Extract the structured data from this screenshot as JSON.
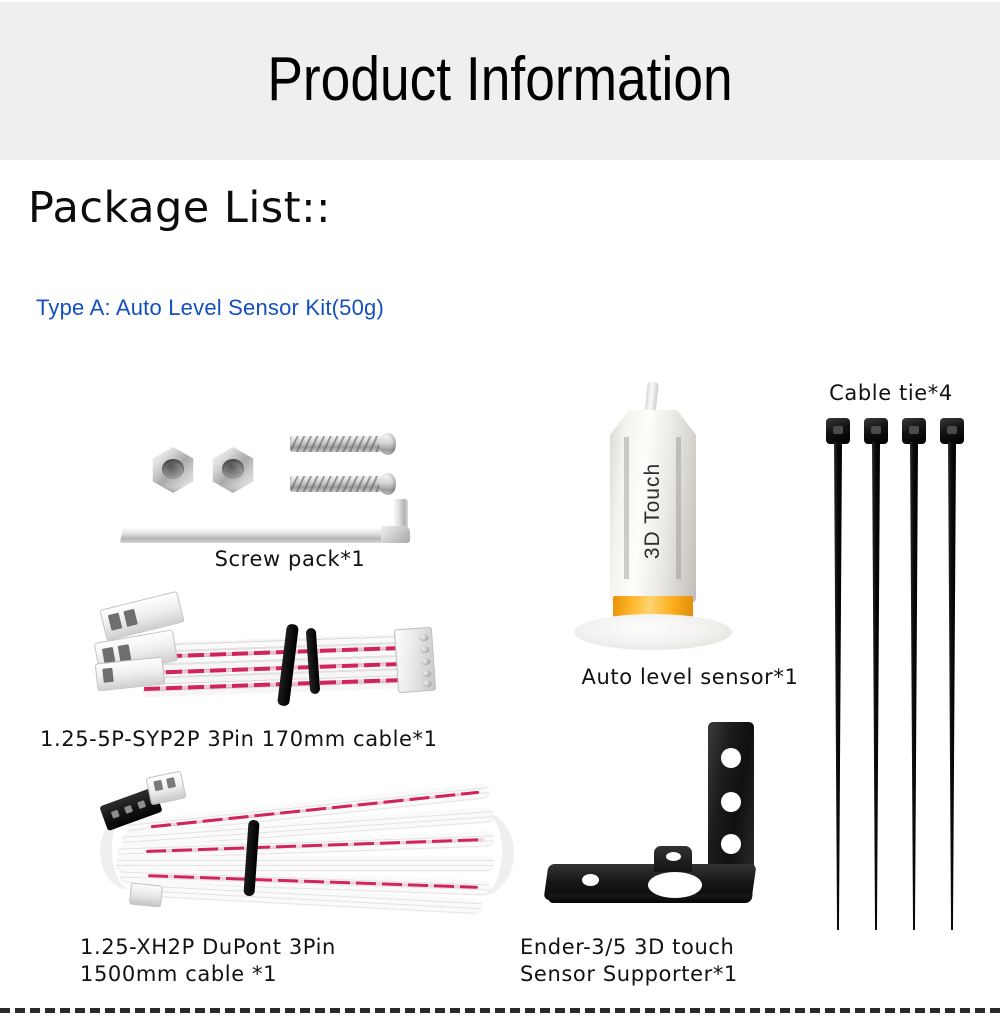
{
  "header": {
    "title": "Product Information",
    "band_color": "#efefef"
  },
  "section": {
    "heading": "Package List::",
    "type_line": "Type A:  Auto Level Sensor Kit(50g)",
    "type_line_color": "#1450c0"
  },
  "items": [
    {
      "id": "screw-pack",
      "caption": "Screw pack*1",
      "contents": "2 hex nuts, 2 machine screws, 1 L-shaped allen key"
    },
    {
      "id": "cable-170mm",
      "caption": "1.25-5P-SYP2P 3Pin 170mm cable*1",
      "contents": "white/pink ribbon cable with two white connectors and one 5-pin connector"
    },
    {
      "id": "cable-1500mm",
      "caption": "1.25-XH2P DuPont 3Pin\n1500mm cable *1",
      "contents": "coiled white/pink ribbon cable with black DuPont connector and white XH2P connector"
    },
    {
      "id": "auto-level-sensor",
      "caption": "Auto level sensor*1",
      "body_label": "3D Touch",
      "accent_color": "#ffb42a"
    },
    {
      "id": "cable-ties",
      "caption": "Cable tie*4",
      "count": 4,
      "color": "#000000"
    },
    {
      "id": "sensor-supporter",
      "caption": "Ender-3/5 3D touch\nSensor Supporter*1",
      "contents": "black L-shaped mounting bracket with three holes"
    }
  ],
  "divider": {
    "style": "dashed",
    "color": "#2a2a2a"
  }
}
